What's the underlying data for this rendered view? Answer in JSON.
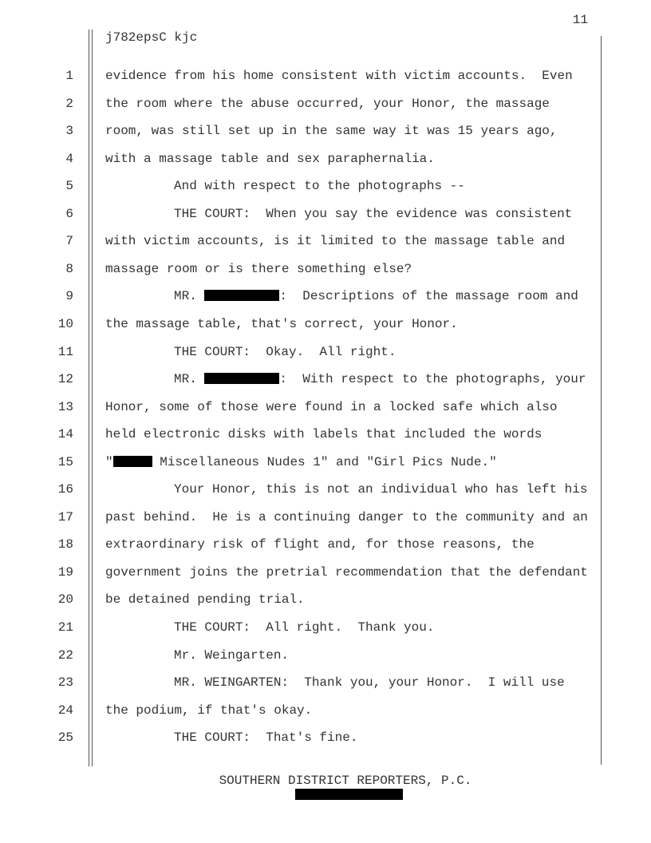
{
  "page_number": "11",
  "header": "j782epsC kjc",
  "lines": [
    {
      "num": "1",
      "text": "evidence from his home consistent with victim accounts.  Even"
    },
    {
      "num": "2",
      "text": "the room where the abuse occurred, your Honor, the massage"
    },
    {
      "num": "3",
      "text": "room, was still set up in the same way it was 15 years ago,"
    },
    {
      "num": "4",
      "text": "with a massage table and sex paraphernalia."
    },
    {
      "num": "5",
      "indent": true,
      "text": "And with respect to the photographs --"
    },
    {
      "num": "6",
      "indent": true,
      "text": "THE COURT:  When you say the evidence was consistent"
    },
    {
      "num": "7",
      "text": "with victim accounts, is it limited to the massage table and"
    },
    {
      "num": "8",
      "text": "massage room or is there something else?"
    },
    {
      "num": "9",
      "indent": true,
      "before": "MR. ",
      "redact": "r10",
      "text": ":  Descriptions of the massage room and"
    },
    {
      "num": "10",
      "text": "the massage table, that's correct, your Honor."
    },
    {
      "num": "11",
      "indent": true,
      "text": "THE COURT:  Okay.  All right."
    },
    {
      "num": "12",
      "indent": true,
      "before": "MR. ",
      "redact": "r10",
      "text": ":  With respect to the photographs, your"
    },
    {
      "num": "13",
      "text": "Honor, some of those were found in a locked safe which also"
    },
    {
      "num": "14",
      "text": "held electronic disks with labels that included the words"
    },
    {
      "num": "15",
      "before": "\"",
      "redact": "r5",
      "text": " Miscellaneous Nudes 1\" and \"Girl Pics Nude.\""
    },
    {
      "num": "16",
      "indent": true,
      "text": "Your Honor, this is not an individual who has left his"
    },
    {
      "num": "17",
      "text": "past behind.  He is a continuing danger to the community and an"
    },
    {
      "num": "18",
      "text": "extraordinary risk of flight and, for those reasons, the"
    },
    {
      "num": "19",
      "text": "government joins the pretrial recommendation that the defendant"
    },
    {
      "num": "20",
      "text": "be detained pending trial."
    },
    {
      "num": "21",
      "indent": true,
      "text": "THE COURT:  All right.  Thank you."
    },
    {
      "num": "22",
      "indent": true,
      "text": "Mr. Weingarten."
    },
    {
      "num": "23",
      "indent": true,
      "text": "MR. WEINGARTEN:  Thank you, your Honor.  I will use"
    },
    {
      "num": "24",
      "text": "the podium, if that's okay."
    },
    {
      "num": "25",
      "indent": true,
      "text": "THE COURT:  That's fine."
    }
  ],
  "footer": "SOUTHERN DISTRICT REPORTERS, P.C."
}
